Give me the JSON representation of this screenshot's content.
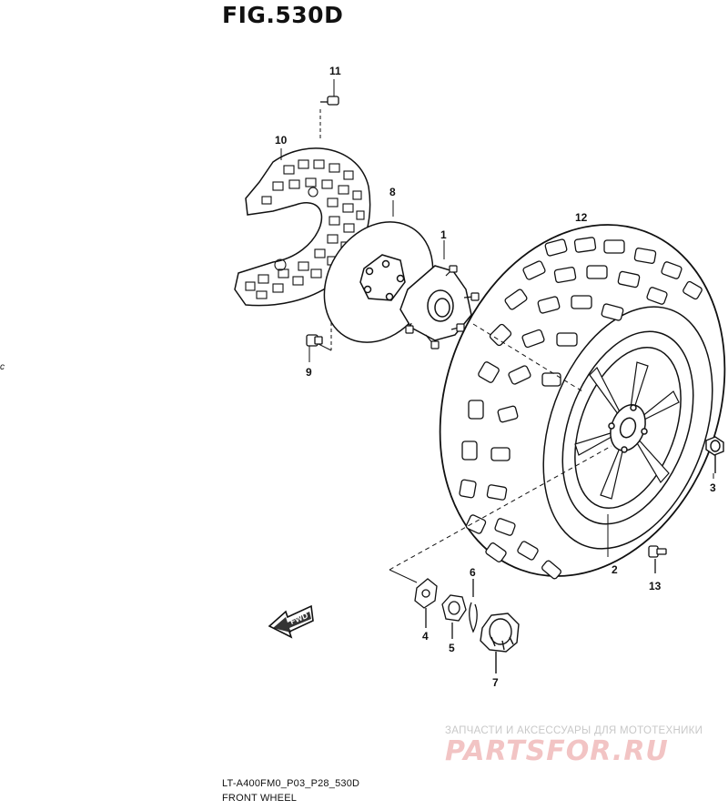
{
  "figure": {
    "title": "FIG.530D",
    "code": "LT-A400FM0_P03_P28_530D",
    "name": "FRONT WHEEL",
    "stray_mark": "c"
  },
  "callouts": {
    "n1": "1",
    "n2": "2",
    "n3": "3",
    "n4": "4",
    "n5": "5",
    "n6": "6",
    "n7": "7",
    "n8": "8",
    "n9": "9",
    "n10": "10",
    "n11": "11",
    "n12": "12",
    "n13": "13"
  },
  "direction_marker": {
    "label": "FWD"
  },
  "watermark": {
    "line1": "ЗАПЧАСТИ И АКСЕССУАРЫ ДЛЯ МОТОТЕХНИКИ",
    "logo": "PARTSFOR.RU"
  }
}
